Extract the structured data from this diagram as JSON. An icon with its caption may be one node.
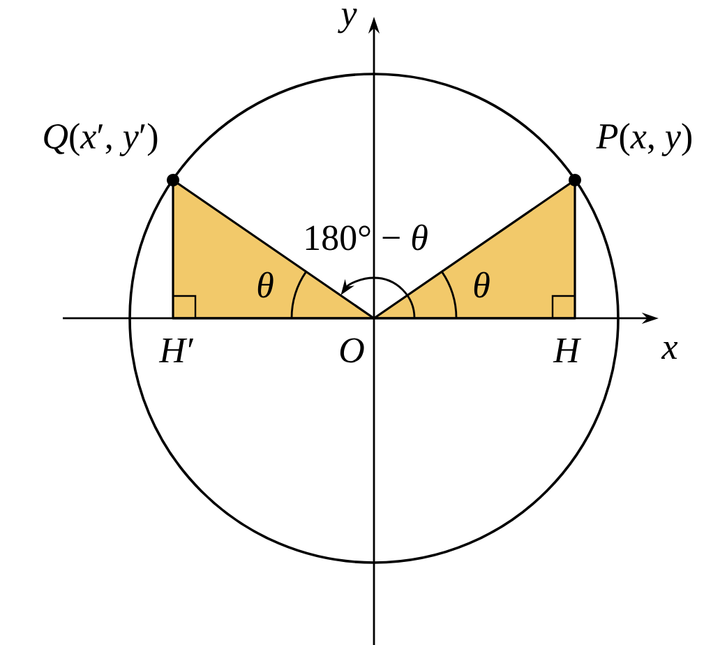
{
  "diagram": {
    "labels": [
      "y",
      "*Q*(*x*′, *y*′)",
      "*P*(*x*, *y*)",
      "180° − *θ*",
      "θ",
      "θ",
      "*H*′",
      "O",
      "H",
      "x"
    ]
  }
}
